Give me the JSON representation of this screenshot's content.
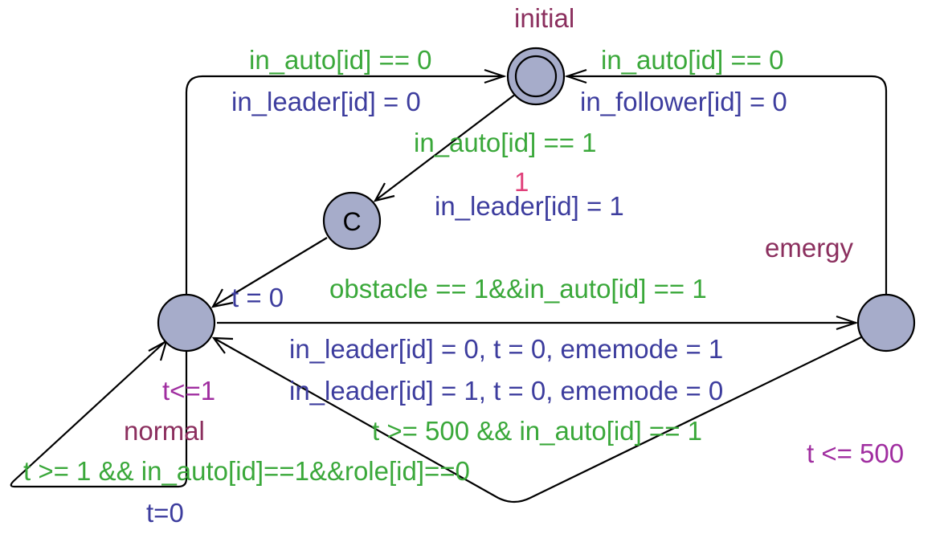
{
  "colors": {
    "location_fill": "#a6acca",
    "location_name": "#8b2f5e",
    "guard": "#3aa83a",
    "assignment": "#3d3d9e",
    "invariant": "#a02ea0",
    "probability": "#e0407a"
  },
  "locations": {
    "initial": {
      "name": "initial",
      "kind": "initial"
    },
    "committed": {
      "name": "",
      "marker": "C",
      "kind": "committed"
    },
    "normal": {
      "name": "normal",
      "invariant": "t<=1"
    },
    "emergy": {
      "name": "emergy",
      "invariant": "t <= 500"
    }
  },
  "edges": {
    "normal_to_initial": {
      "guard": "in_auto[id] == 0",
      "assignment": "in_leader[id] = 0"
    },
    "emergy_to_initial": {
      "guard": "in_auto[id] == 0",
      "assignment": "in_follower[id] = 0"
    },
    "initial_to_committed": {
      "guard": "in_auto[id] == 1",
      "weight": "1",
      "assignment": "in_leader[id] = 1"
    },
    "committed_to_normal": {
      "assignment": "t = 0"
    },
    "normal_to_emergy": {
      "guard": "obstacle == 1&&in_auto[id] == 1",
      "assignment": "in_leader[id] = 0, t = 0, ememode = 1"
    },
    "emergy_to_normal": {
      "assignment": "in_leader[id] = 1, t = 0, ememode = 0",
      "guard": "t >= 500 && in_auto[id] == 1"
    },
    "normal_self_loop": {
      "guard": "t >= 1 && in_auto[id]==1&&role[id]==0",
      "assignment": "t=0"
    }
  }
}
